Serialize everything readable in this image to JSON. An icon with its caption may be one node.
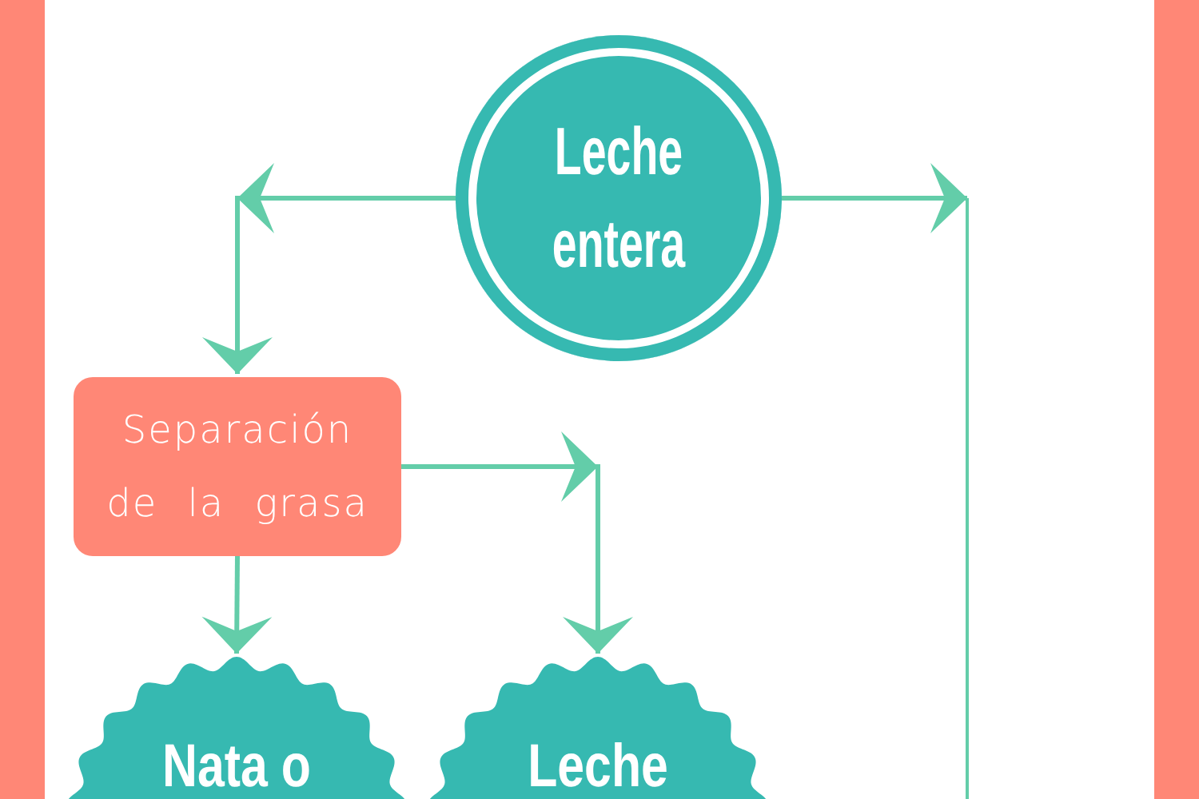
{
  "diagram": {
    "nodes": [
      {
        "text": [
          "Leche entera"
        ]
      },
      {
        "text": [
          "Separación de la grasa"
        ]
      },
      {
        "text": [
          "Nata o"
        ]
      },
      {
        "text": [
          "Leche"
        ]
      }
    ],
    "edges": [
      {
        "from": 0,
        "to": 1,
        "arrow": "to"
      },
      {
        "from": 0,
        "to": null,
        "arrow": "to"
      },
      {
        "from": 1,
        "to": 3,
        "arrow": "to"
      },
      {
        "from": 1,
        "to": 2,
        "arrow": "to"
      }
    ]
  }
}
